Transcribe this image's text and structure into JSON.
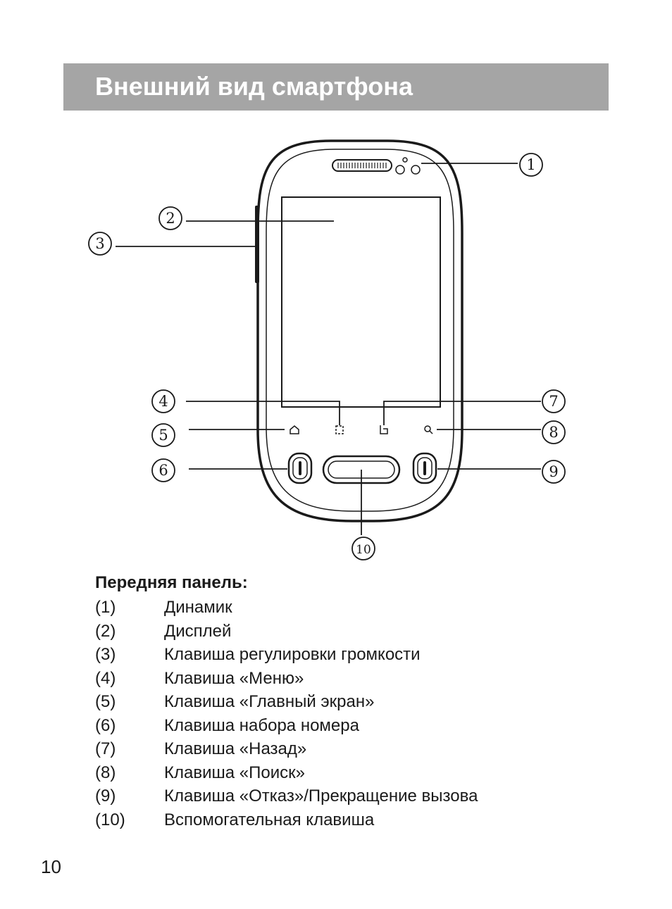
{
  "header": {
    "title": "Внешний вид смартфона"
  },
  "diagram": {
    "callouts": [
      "1",
      "2",
      "3",
      "4",
      "5",
      "6",
      "7",
      "8",
      "9",
      "10"
    ]
  },
  "legend": {
    "title": "Передняя панель:",
    "items": [
      {
        "num": "(1)",
        "label": "Динамик"
      },
      {
        "num": "(2)",
        "label": "Дисплей"
      },
      {
        "num": "(3)",
        "label": "Клавиша регулировки громкости"
      },
      {
        "num": "(4)",
        "label": "Клавиша «Меню»"
      },
      {
        "num": "(5)",
        "label": "Клавиша «Главный экран»"
      },
      {
        "num": "(6)",
        "label": "Клавиша набора номера"
      },
      {
        "num": "(7)",
        "label": "Клавиша «Назад»"
      },
      {
        "num": "(8)",
        "label": "Клавиша «Поиск»"
      },
      {
        "num": "(9)",
        "label": "Клавиша «Отказ»/Прекращение вызова"
      },
      {
        "num": "(10)",
        "label": "Вспомогательная клавиша"
      }
    ]
  },
  "page_number": "10"
}
